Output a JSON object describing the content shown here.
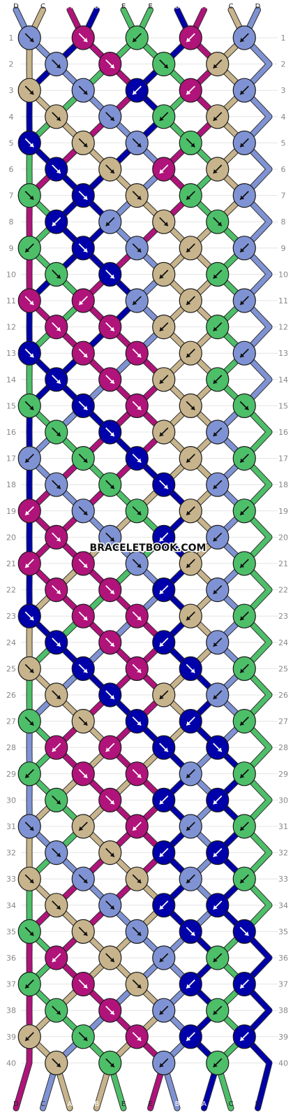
{
  "watermark": "BRACELETBOOK.COM",
  "colors": {
    "D": "#7f93d4",
    "C": "#c8b48c",
    "A": "#b0137a",
    "B": "#0000aa",
    "E": "#4dbf69"
  },
  "strings": [
    "D",
    "C",
    "A",
    "B",
    "E",
    "E",
    "B",
    "A",
    "C",
    "D"
  ],
  "rows": [
    [
      "SE",
      "SE",
      "SW",
      "SW",
      "SW"
    ],
    [
      "SE",
      "SE",
      "SE",
      "SW"
    ],
    [
      "SE",
      "SE",
      "SW",
      "SW",
      "SW"
    ],
    [
      "SE",
      "SE",
      "SW",
      "SW"
    ],
    [
      "SE",
      "SE",
      "SE",
      "SE",
      "SW"
    ],
    [
      "SE",
      "SE",
      "SW",
      "SW"
    ],
    [
      "SE",
      "SE",
      "SE",
      "SW",
      "SW"
    ],
    [
      "SW",
      "SW",
      "SE",
      "SE"
    ],
    [
      "SW",
      "SE",
      "SE",
      "SW",
      "SW"
    ],
    [
      "SE",
      "SE",
      "SW",
      "SW"
    ],
    [
      "SE",
      "SW",
      "SW",
      "SW",
      "SW"
    ],
    [
      "SE",
      "SE",
      "SW",
      "SW"
    ],
    [
      "SE",
      "SE",
      "SE",
      "SW",
      "SW"
    ],
    [
      "SE",
      "SE",
      "SW",
      "SW"
    ],
    [
      "SE",
      "SE",
      "SE",
      "SE",
      "SE"
    ],
    [
      "SE",
      "SE",
      "SW",
      "SW"
    ],
    [
      "SW",
      "SE",
      "SE",
      "SW",
      "SW"
    ],
    [
      "SE",
      "SE",
      "SE",
      "SW"
    ],
    [
      "SW",
      "SE",
      "SE",
      "SW",
      "SW"
    ],
    [
      "SE",
      "SE",
      "SW",
      "SW"
    ],
    [
      "SW",
      "SE",
      "SE",
      "SW",
      "SW"
    ],
    [
      "SE",
      "SE",
      "SW",
      "SW"
    ],
    [
      "SE",
      "SE",
      "SE",
      "SW",
      "SW"
    ],
    [
      "SE",
      "SE",
      "SW",
      "SW"
    ],
    [
      "SE",
      "SE",
      "SE",
      "SE",
      "SW"
    ],
    [
      "SE",
      "SE",
      "SW",
      "SW"
    ],
    [
      "SE",
      "SE",
      "SE",
      "SW",
      "SW"
    ],
    [
      "SW",
      "SW",
      "SE",
      "SE"
    ],
    [
      "SW",
      "SE",
      "SE",
      "SW",
      "SW"
    ],
    [
      "SE",
      "SE",
      "SW",
      "SW"
    ],
    [
      "SE",
      "SW",
      "SW",
      "SW",
      "SW"
    ],
    [
      "SE",
      "SE",
      "SW",
      "SW"
    ],
    [
      "SE",
      "SE",
      "SE",
      "SW",
      "SW"
    ],
    [
      "SE",
      "SE",
      "SW",
      "SW"
    ],
    [
      "SE",
      "SE",
      "SE",
      "SE",
      "SE"
    ],
    [
      "SW",
      "SE",
      "SW",
      "SW"
    ],
    [
      "SW",
      "SE",
      "SE",
      "SW",
      "SW"
    ],
    [
      "SE",
      "SE",
      "SW",
      "SW"
    ],
    [
      "SW",
      "SE",
      "SE",
      "SW",
      "SW"
    ],
    [
      "SE",
      "SE",
      "SW",
      "SW"
    ]
  ]
}
